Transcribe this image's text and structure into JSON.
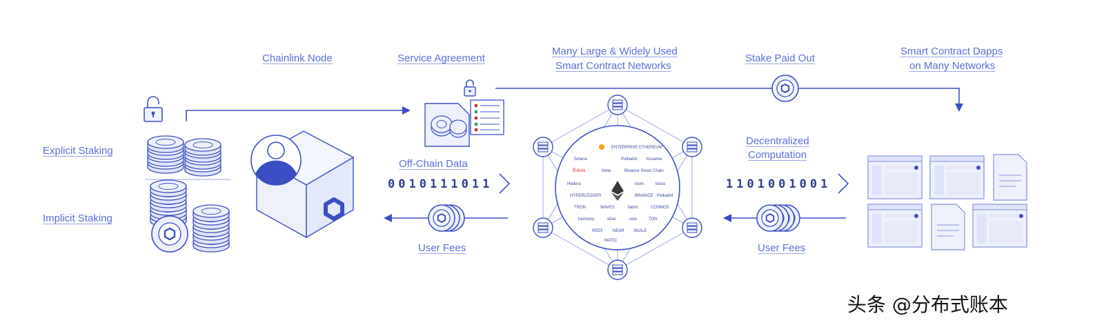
{
  "labels": {
    "chainlink_node": "Chainlink Node",
    "service_agreement": "Service Agreement",
    "networks_line1": "Many Large & Widely Used",
    "networks_line2": "Smart Contract Networks",
    "stake_paid_out": "Stake Paid Out",
    "dapps_line1": "Smart Contract Dapps",
    "dapps_line2": "on Many Networks",
    "explicit_staking": "Explicit Staking",
    "implicit_staking": "Implicit Staking",
    "off_chain_data": "Off-Chain Data",
    "decentralized_line1": "Decentralized",
    "decentralized_line2": "Computation",
    "user_fees_left": "User Fees",
    "user_fees_right": "User Fees"
  },
  "bitstreams": {
    "left": "0010111011",
    "right": "1101001001"
  },
  "network_logos": {
    "top": "ENTERPRISE ETHEREUM",
    "kava": "Kava",
    "solana": "Solana",
    "polkadot": "Polkadot",
    "kusama": "Kusama",
    "theta": "theta",
    "bsc": "Binance Smart Chain",
    "hedera": "Hedera",
    "loom": "loom",
    "hyperledger": "HYPERLEDGER",
    "binance": "BINANCE",
    "tezos": "tezos",
    "polkadot2": "Polkadot",
    "tron": "TRON",
    "waves": "WAVES",
    "fabric": "fabric",
    "cosmos": "COSMOS",
    "harmony": "harmony",
    "xdai": "xDai",
    "celo": "celo",
    "ton": "TON",
    "reef": "REEF",
    "near": "NEAR",
    "skale": "SKALE",
    "matic": "MATIC"
  },
  "colors": {
    "accent": "#3b4fc4",
    "label": "#5a6fd8",
    "coin_fill": "#eef1fd",
    "page_fill": "#eef1fb"
  },
  "icons": [
    "padlock-icon",
    "coin-stack-icon",
    "user-avatar-icon",
    "chainlink-cube-icon",
    "document-icon",
    "server-node-icon",
    "ethereum-icon",
    "dapp-window-icon",
    "chevron-right-icon",
    "arrow-left-icon",
    "arrow-down-icon"
  ],
  "watermark": "头条 @分布式账本"
}
